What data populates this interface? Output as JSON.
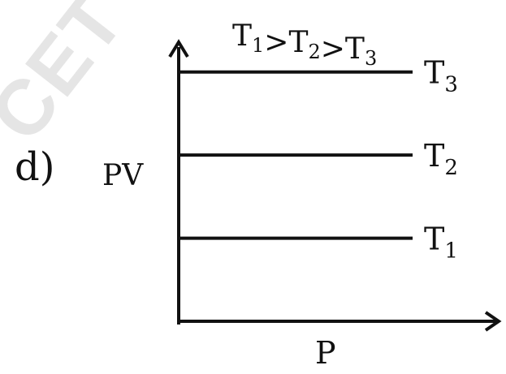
{
  "option_label": "d)",
  "watermark_text": "CET",
  "chart_data": {
    "type": "line",
    "title": "T1>T2>T3",
    "title_parts": [
      {
        "text": "T",
        "sub": "1"
      },
      {
        "text": ">T",
        "sub": "2"
      },
      {
        "text": ">T",
        "sub": "3"
      }
    ],
    "xlabel": "P",
    "ylabel": "PV",
    "series": [
      {
        "name": "T3",
        "label": "T",
        "sub": "3",
        "level": 3
      },
      {
        "name": "T2",
        "label": "T",
        "sub": "2",
        "level": 2
      },
      {
        "name": "T1",
        "label": "T",
        "sub": "1",
        "level": 1
      }
    ],
    "ylim": [
      0,
      3.3
    ],
    "grid": false,
    "colors": {
      "ink": "#111111",
      "watermark": "#aaaaaa"
    }
  }
}
